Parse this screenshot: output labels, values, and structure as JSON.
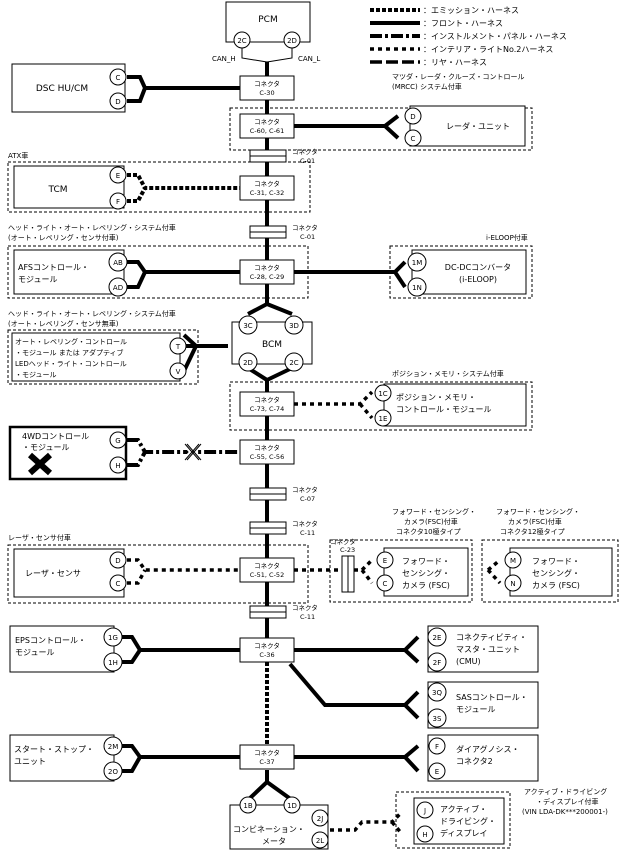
{
  "legend": {
    "emission": "：エミッション・ハーネス",
    "front": "：フロント・ハーネス",
    "instrument": "：インストルメント・パネル・ハーネス",
    "interior": "：インテリア・ライトNo.2ハーネス",
    "rear": "：リヤ・ハーネス"
  },
  "modules": {
    "pcm": "PCM",
    "dsc": "DSC HU/CM",
    "radar": "レーダ・ユニット",
    "tcm": "TCM",
    "afs": [
      "AFSコントロール・",
      "モジュール"
    ],
    "dcdc": [
      "DC-DCコンバータ",
      "(i-ELOOP)"
    ],
    "bcm": "BCM",
    "leveling": [
      "オート・レベリング・コントロール",
      "・モジュール または アダプティブ",
      "LEDヘッド・ライト・コントロール",
      "・モジュール"
    ],
    "position": [
      "ポジション・メモリ・",
      "コントロール・モジュール"
    ],
    "fwd4": [
      "4WDコントロール",
      "・モジュール"
    ],
    "laser": "レーザ・センサ",
    "fsc10": [
      "フォワード・",
      "センシング・",
      "カメラ (FSC)"
    ],
    "fsc12": [
      "フォワード・",
      "センシング・",
      "カメラ (FSC)"
    ],
    "eps": [
      "EPSコントロール・",
      "モジュール"
    ],
    "cmu": [
      "コネクティビティ・",
      "マスタ・ユニット",
      "(CMU)"
    ],
    "sas": [
      "SASコントロール・",
      "モジュール"
    ],
    "stst": [
      "スタート・ストップ・",
      "ユニット"
    ],
    "dlc": [
      "ダイアグノシス・",
      "コネクタ2"
    ],
    "combi": [
      "コンビネーション・",
      "メータ"
    ],
    "add": [
      "アクティブ・",
      "ドライビング・",
      "ディスプレイ"
    ]
  },
  "connectors": {
    "word": "コネクタ",
    "c30": "C-30",
    "c6061": "C-60, C-61",
    "c01a": "C-01",
    "c3132": "C-31, C-32",
    "c01b": "C-01",
    "c2829": "C-28, C-29",
    "c7374": "C-73, C-74",
    "c5556": "C-55, C-56",
    "c07": "C-07",
    "c11a": "C-11",
    "c23": "C-23",
    "c5152": "C-51, C-52",
    "c11b": "C-11",
    "c36": "C-36",
    "c37": "C-37"
  },
  "pins": {
    "pcm": [
      "2C",
      "2D"
    ],
    "dsc": [
      "C",
      "D"
    ],
    "radar": [
      "D",
      "C"
    ],
    "tcm": [
      "E",
      "F"
    ],
    "afs": [
      "AB",
      "AD"
    ],
    "dcdc": [
      "1M",
      "1N"
    ],
    "bcm_top": [
      "3C",
      "3D"
    ],
    "bcm_bottom": [
      "2D",
      "2C"
    ],
    "leveling": [
      "T",
      "V"
    ],
    "position": [
      "1C",
      "1E"
    ],
    "fwd4": [
      "G",
      "H"
    ],
    "laser": [
      "D",
      "C"
    ],
    "fsc10": [
      "E",
      "C"
    ],
    "fsc12": [
      "M",
      "N"
    ],
    "eps": [
      "1G",
      "1H"
    ],
    "cmu": [
      "2E",
      "2F"
    ],
    "sas": [
      "3Q",
      "3S"
    ],
    "stst": [
      "2M",
      "2O"
    ],
    "dlc": [
      "F",
      "E"
    ],
    "combi_top": [
      "1B",
      "1D"
    ],
    "combi_right": [
      "2J",
      "2L"
    ],
    "add": [
      "J",
      "H"
    ]
  },
  "labels": {
    "can_h": "CAN_H",
    "can_l": "CAN_L",
    "mrcc": [
      "マツダ・レーダ・クルーズ・コントロール",
      "(MRCC) システム付車"
    ],
    "atx": "ATX車",
    "headlight_sensor": [
      "ヘッド・ライト・オート・レベリング・システム付車",
      "(オート・レベリング・センサ付車)"
    ],
    "ieloop": "i-ELOOP付車",
    "headlight_nosensor": [
      "ヘッド・ライト・オート・レベリング・システム付車",
      "(オート・レベリング・センサ無車)"
    ],
    "position_sys": "ポジション・メモリ・システム付車",
    "laser_car": "レーザ・センサ付車",
    "fsc10_car": [
      "フォワード・センシング・",
      "カメラ(FSC)付車",
      "コネクタ10極タイプ"
    ],
    "fsc12_car": [
      "フォワード・センシング・",
      "カメラ(FSC)付車",
      "コネクタ12極タイプ"
    ],
    "add_car": [
      "アクティブ・ドライビング",
      "・ディスプレイ付車",
      "(VIN LDA-DK***200001-)"
    ]
  },
  "colors": {
    "line": "#000000",
    "background": "#ffffff"
  }
}
